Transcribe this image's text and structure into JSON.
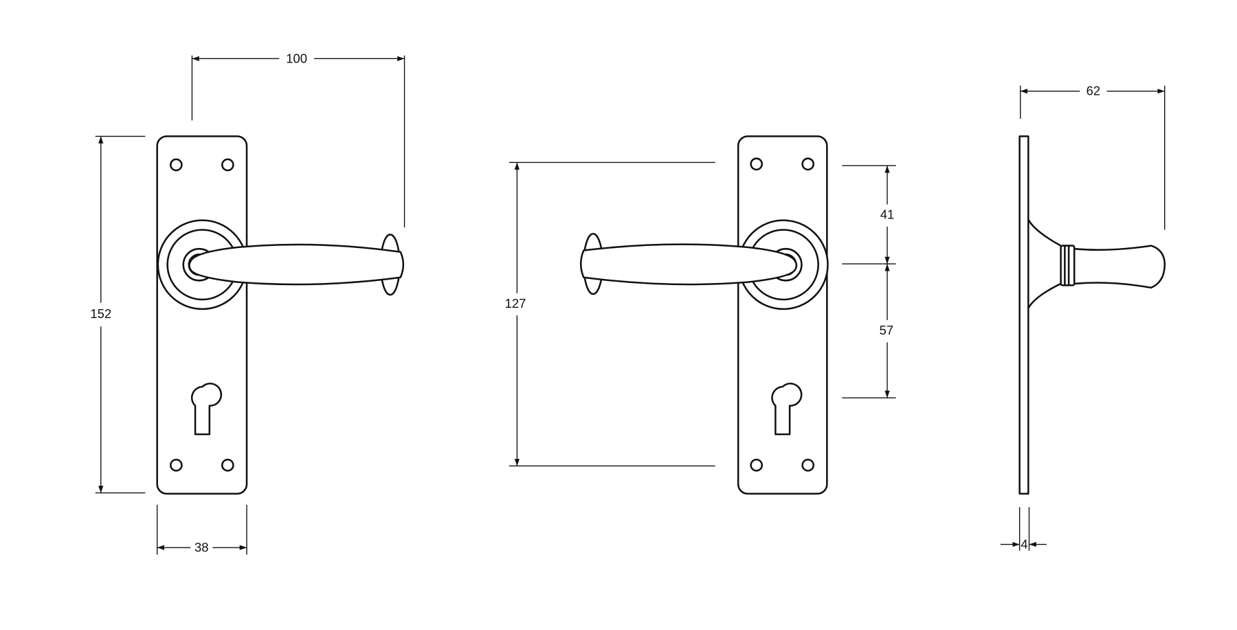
{
  "dimensions": {
    "overall_projection": "100",
    "plate_height": "152",
    "plate_width": "38",
    "keyhole_centres": "127",
    "top_to_lever": "41",
    "lever_to_keyhole": "57",
    "side_projection": "62",
    "plate_thickness": "4"
  }
}
